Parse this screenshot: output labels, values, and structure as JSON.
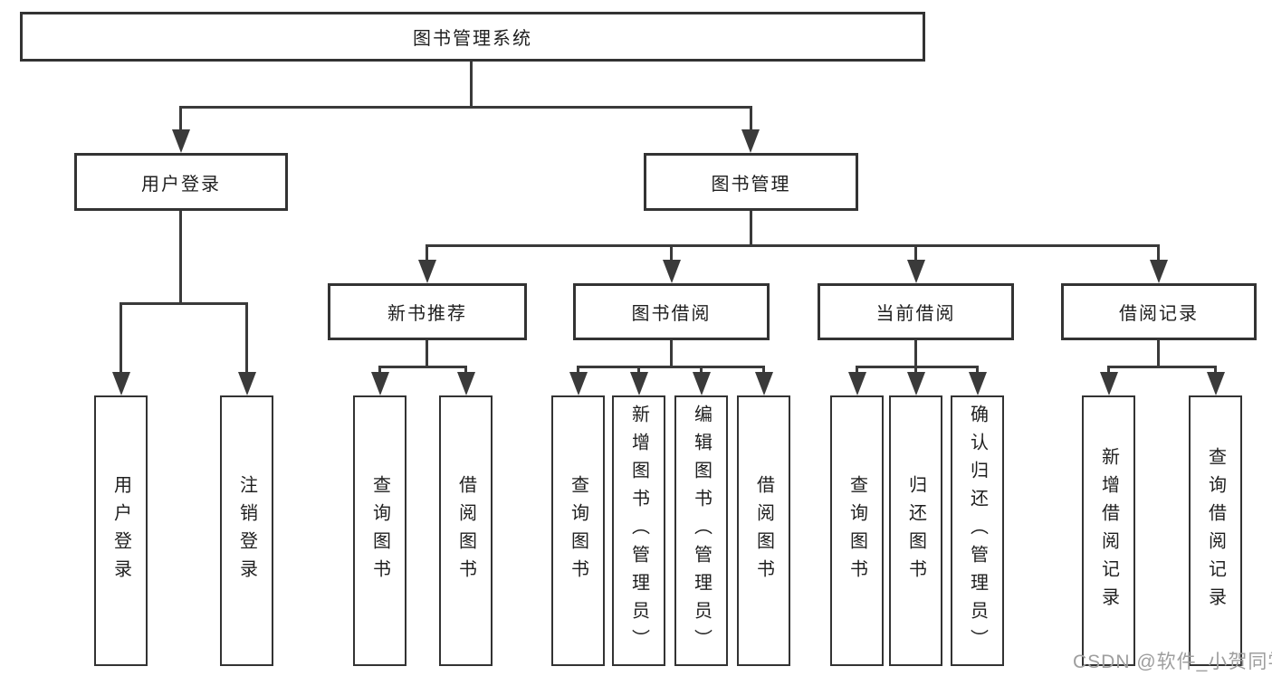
{
  "nodes": {
    "root": "图书管理系统",
    "level2": {
      "user_login": "用户登录",
      "book_mgmt": "图书管理"
    },
    "level3": {
      "new_books": "新书推荐",
      "book_borrow": "图书借阅",
      "current_borrow": "当前借阅",
      "borrow_records": "借阅记录"
    },
    "leaves": [
      "用户登录",
      "注销登录",
      "查询图书",
      "借阅图书",
      "查询图书",
      "新增图书（管理员）",
      "编辑图书（管理员）",
      "借阅图书",
      "查询图书",
      "归还图书",
      "确认归还（管理员）",
      "新增借阅记录",
      "查询借阅记录"
    ]
  },
  "watermark": "CSDN @软件_小贺同学",
  "colors": {
    "line": "#3a3a3a",
    "box_border": "#333333",
    "text": "#1f1f1f",
    "watermark": "#9e9e9e",
    "background": "#ffffff"
  }
}
